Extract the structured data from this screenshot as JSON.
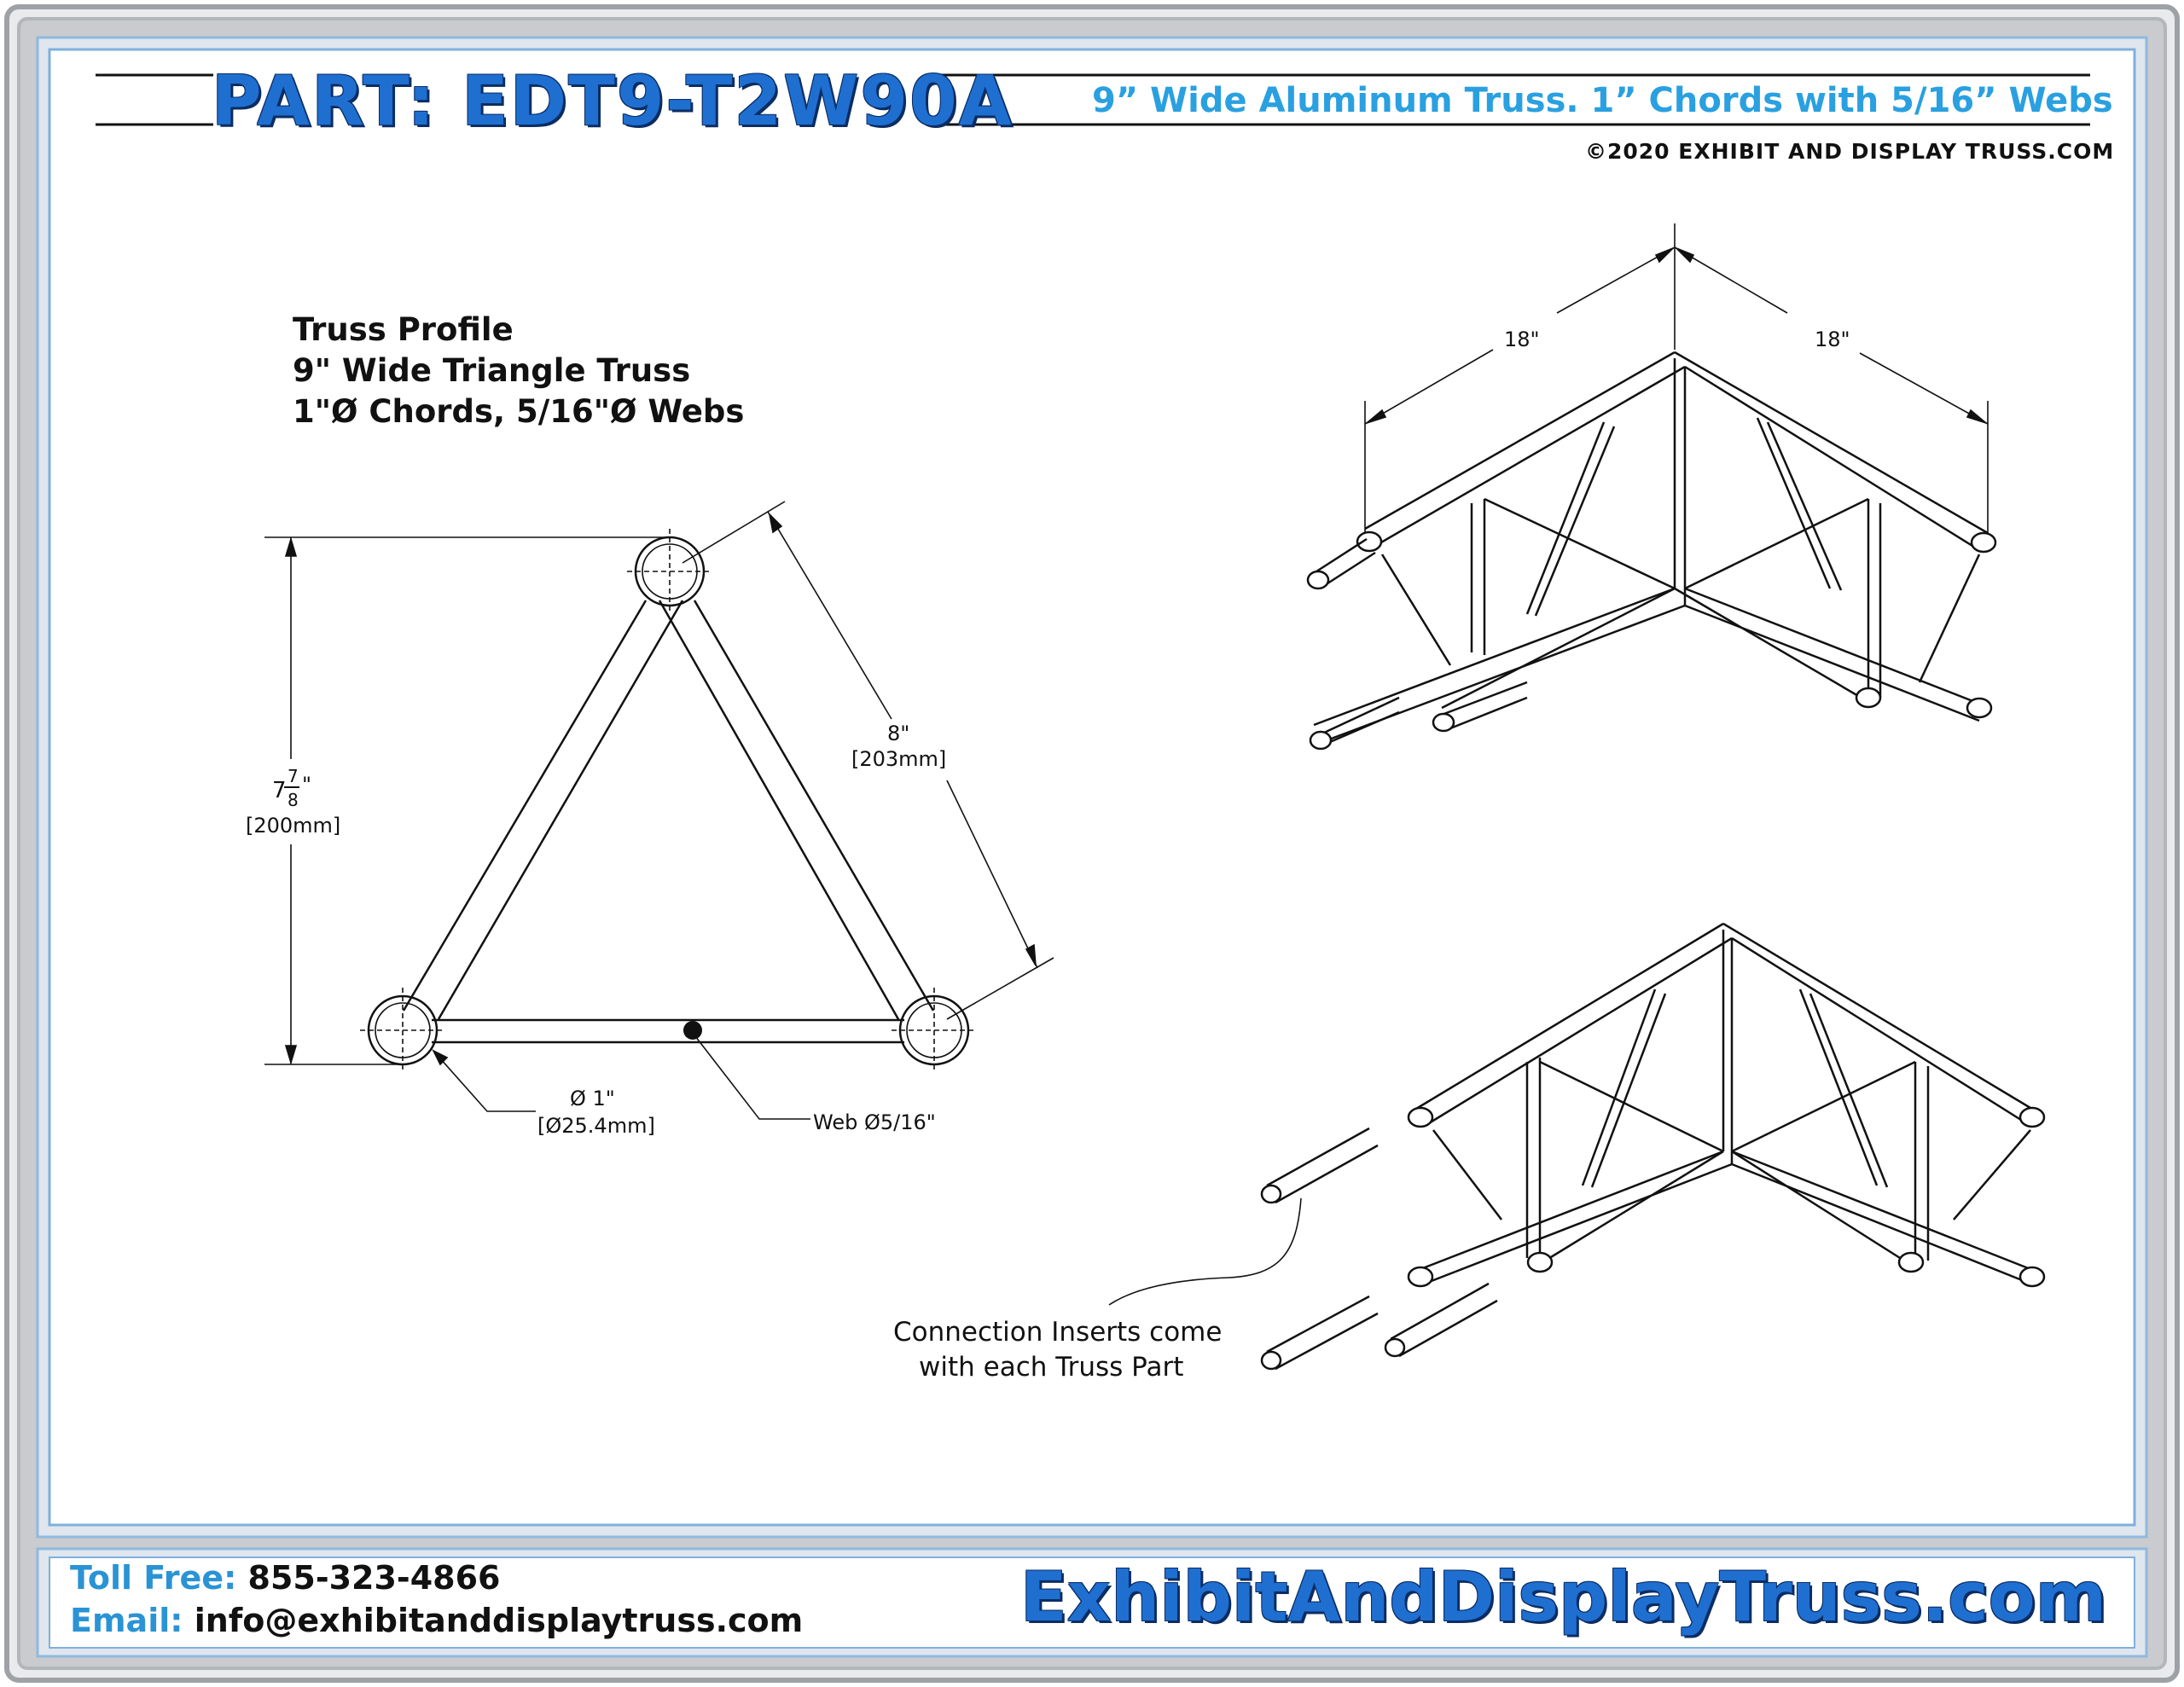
{
  "header": {
    "part_title": "PART: EDT9-T2W90A",
    "subtitle": "9” Wide Aluminum Truss. 1” Chords with 5/16” Webs",
    "copyright": "©2020 EXHIBIT AND DISPLAY TRUSS.COM"
  },
  "profile": {
    "heading_lines": [
      "Truss Profile",
      "9\" Wide Triangle Truss",
      "1\"Ø Chords, 5/16\"Ø Webs"
    ],
    "height_whole": "7",
    "height_num": "7",
    "height_den": "8",
    "height_unit": "\"",
    "height_mm": "[200mm]",
    "side_in": "8\"",
    "side_mm": "[203mm]",
    "chord_dia": "Ø  1\"",
    "chord_dia_mm": "[Ø25.4mm]",
    "web_label": "Web Ø5/16\""
  },
  "iso_view": {
    "leg_a": "18\"",
    "leg_b": "18\""
  },
  "inserts_note": {
    "line1": "Connection Inserts come",
    "line2": "with each Truss Part"
  },
  "footer": {
    "toll_label": "Toll Free:",
    "toll_value": "855-323-4866",
    "email_label": "Email:",
    "email_value": "info@exhibitanddisplaytruss.com",
    "site": "ExhibitAndDisplayTruss.com"
  },
  "colors": {
    "brand_blue": "#1f6fd1",
    "accent_blue": "#2aa0e0",
    "frame_gray": "#a9acb0"
  }
}
